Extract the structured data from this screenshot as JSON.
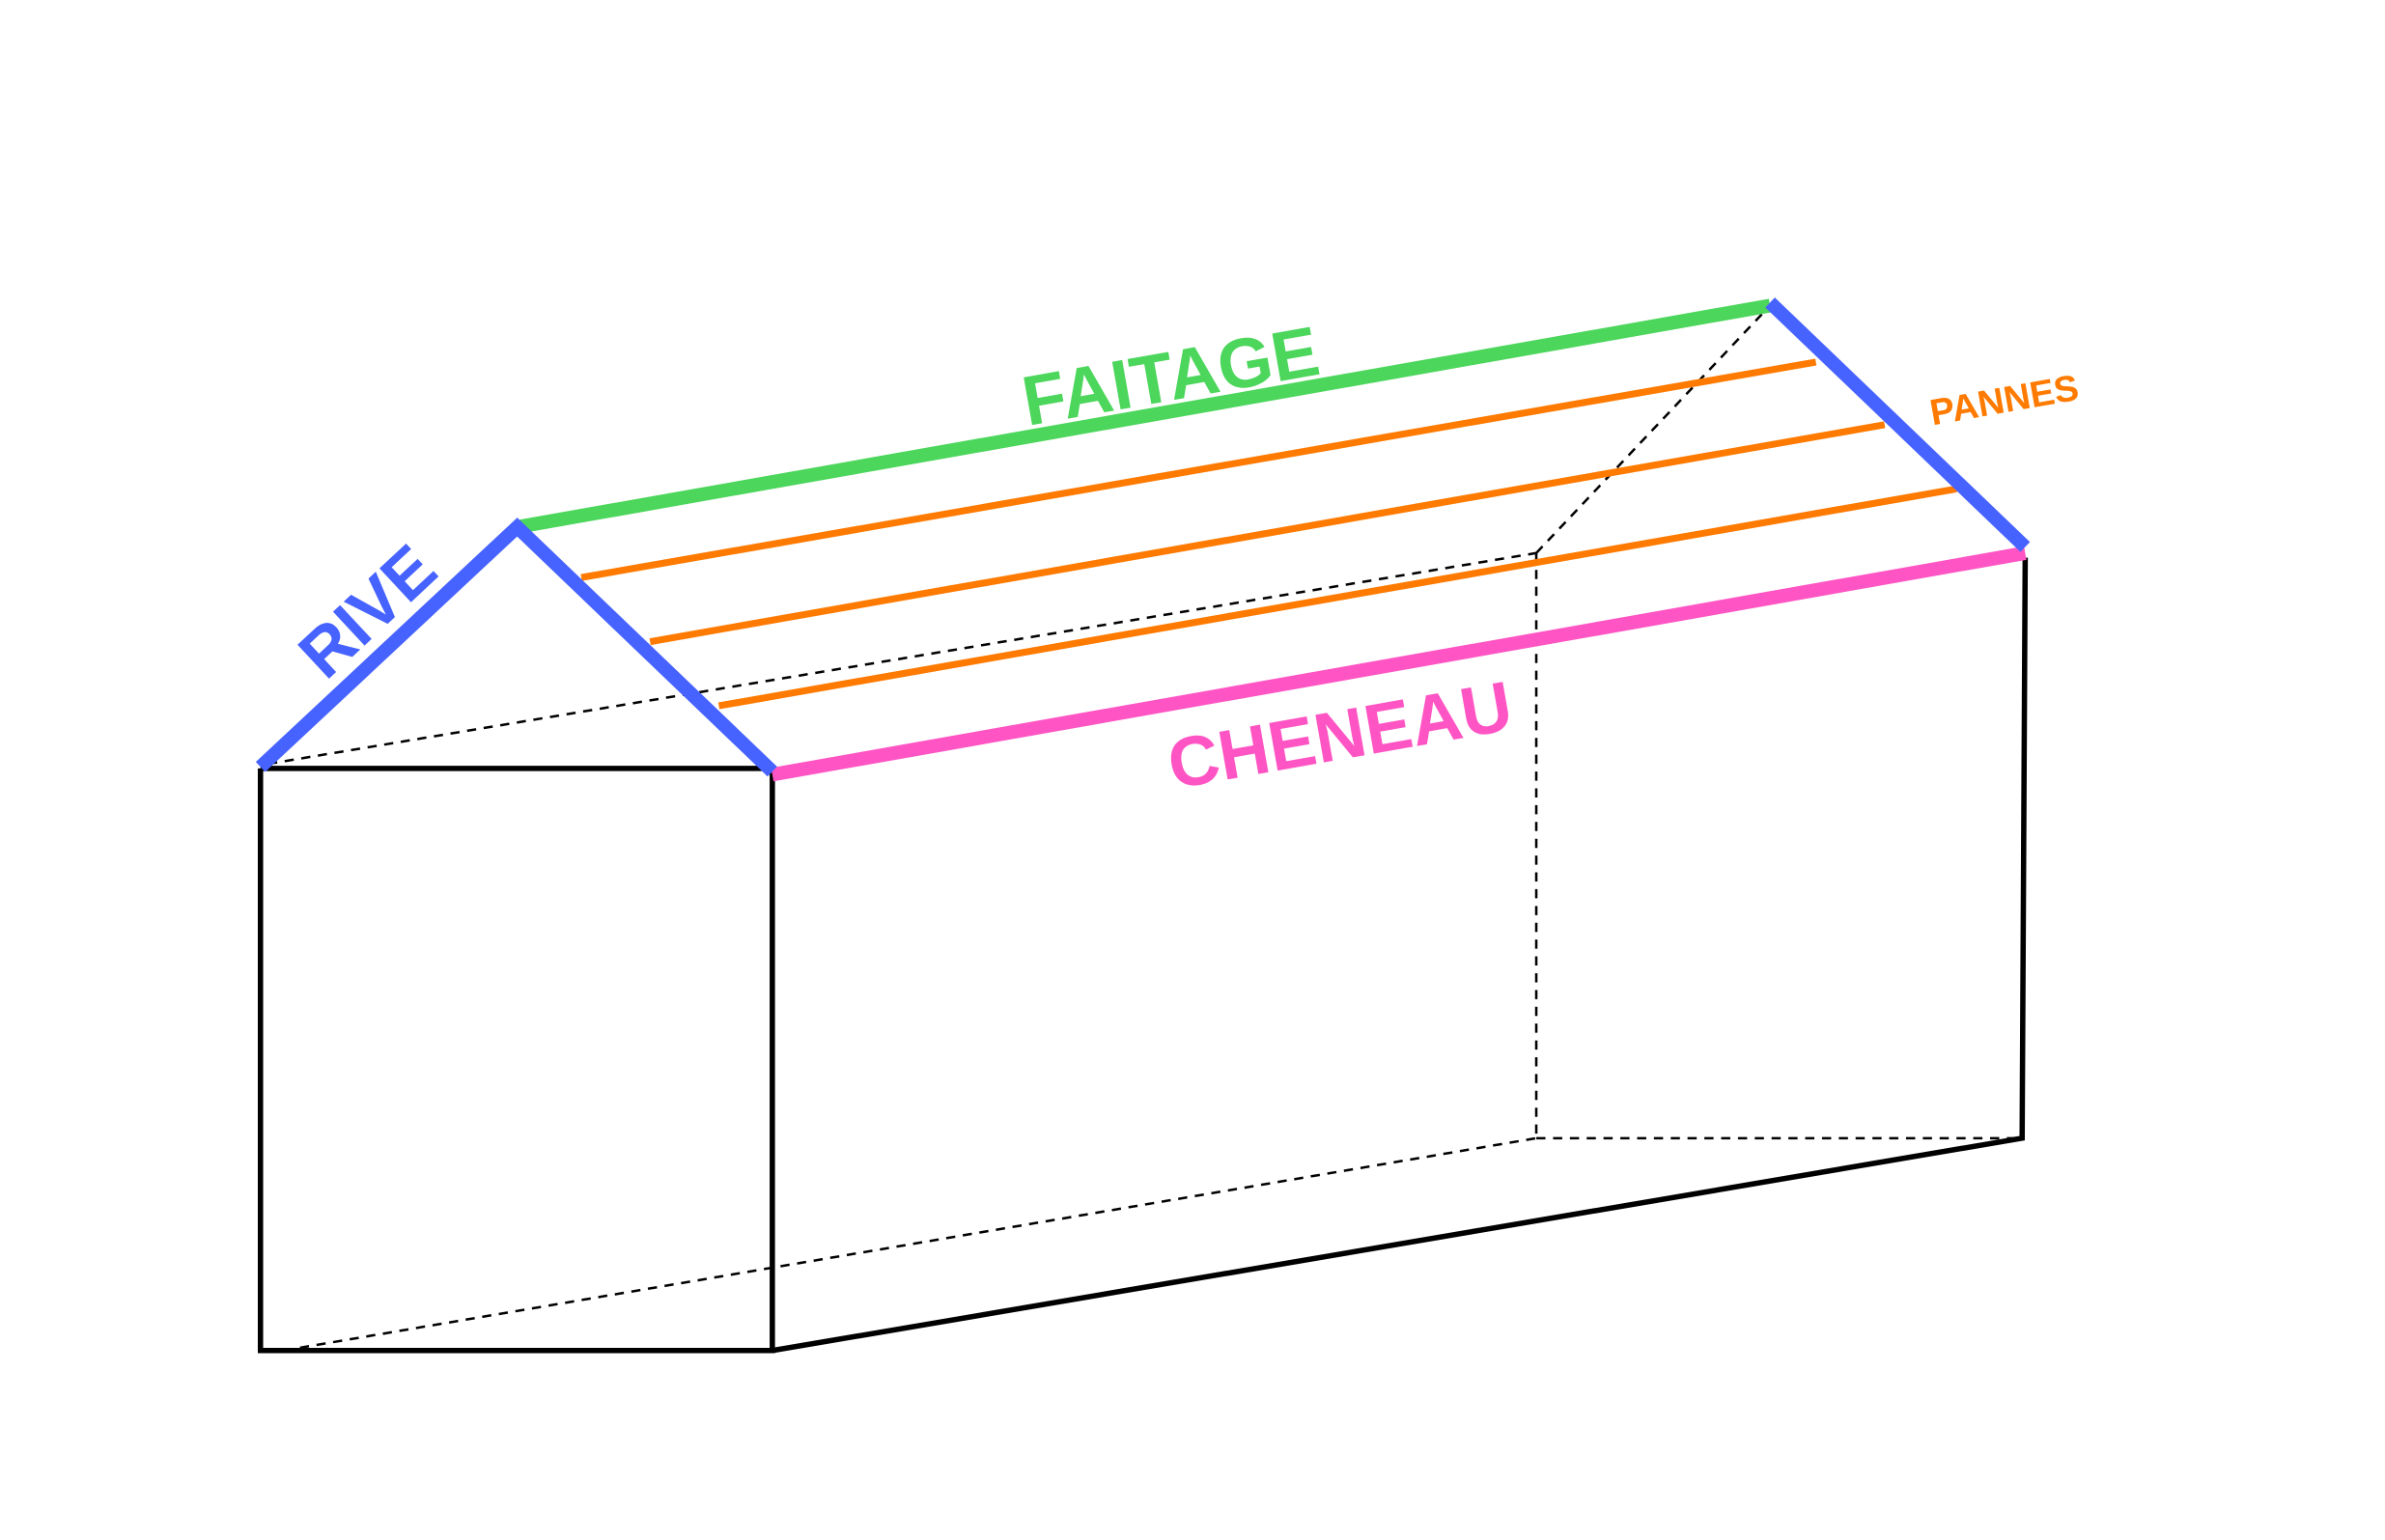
{
  "labels": {
    "faitage": "FAITAGE",
    "rive": "RIVE",
    "pannes": "PANNES",
    "cheneau": "CHENEAU"
  },
  "colors": {
    "faitage": "#4CD65C",
    "rive": "#4763FF",
    "pannes": "#FF7A00",
    "cheneau": "#FF55C4",
    "structure": "#000000"
  }
}
